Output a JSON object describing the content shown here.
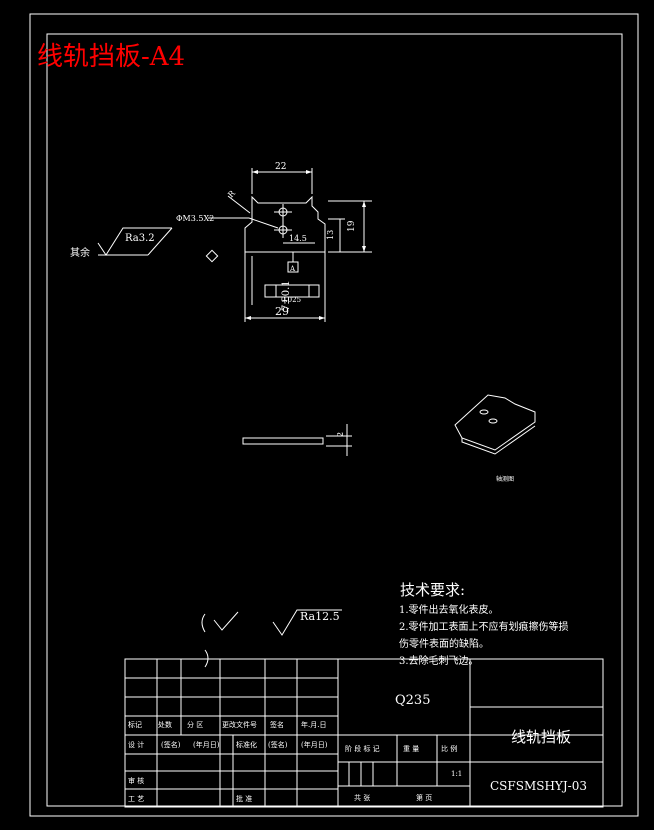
{
  "title": "线轨挡板-A4",
  "colors": {
    "background": "#000000",
    "line": "#ffffff",
    "title": "#ff0000"
  },
  "dimensions": {
    "top_width": "22",
    "hole_spec": "ΦM3.5X2",
    "radius": "R",
    "right_height": "19",
    "step_height": "13",
    "hole_offset": "14.5",
    "bottom_width": "29",
    "tolerance_height": "7±0.1",
    "flatness": "0.025",
    "datum": "A",
    "thickness": "2"
  },
  "roughness": {
    "main": "Ra3.2",
    "rest_label": "其余",
    "side": "Ra12.5"
  },
  "iso_caption": "轴测图",
  "requirements": {
    "heading": "技术要求:",
    "item1": "1.零件出去氧化表皮。",
    "item2a": "2.零件加工表面上不应有划痕擦伤等损",
    "item2b": "伤零件表面的缺陷。",
    "item3": "3.去除毛刺飞边。"
  },
  "title_block": {
    "material": "Q235",
    "part_name": "线轨挡板",
    "drawing_no": "CSFSMSHYJ-03",
    "scale": "1:1",
    "row_mark": "标记",
    "row_count": "处数",
    "row_zone": "分 区",
    "row_doc": "更改文件号",
    "row_sign": "签名",
    "row_date": "年.月.日",
    "design": "设 计",
    "sign_paren": "(签名)",
    "date_paren": "(年月日)",
    "standard": "标准化",
    "sign_paren2": "(签名)",
    "date_paren2": "(年月日)",
    "stage_mark": "阶 段 标 记",
    "weight": "重 量",
    "ratio": "比 例",
    "review": "审 核",
    "process": "工 艺",
    "approve": "批 准",
    "total": "共  张",
    "sheet": "第  页"
  }
}
